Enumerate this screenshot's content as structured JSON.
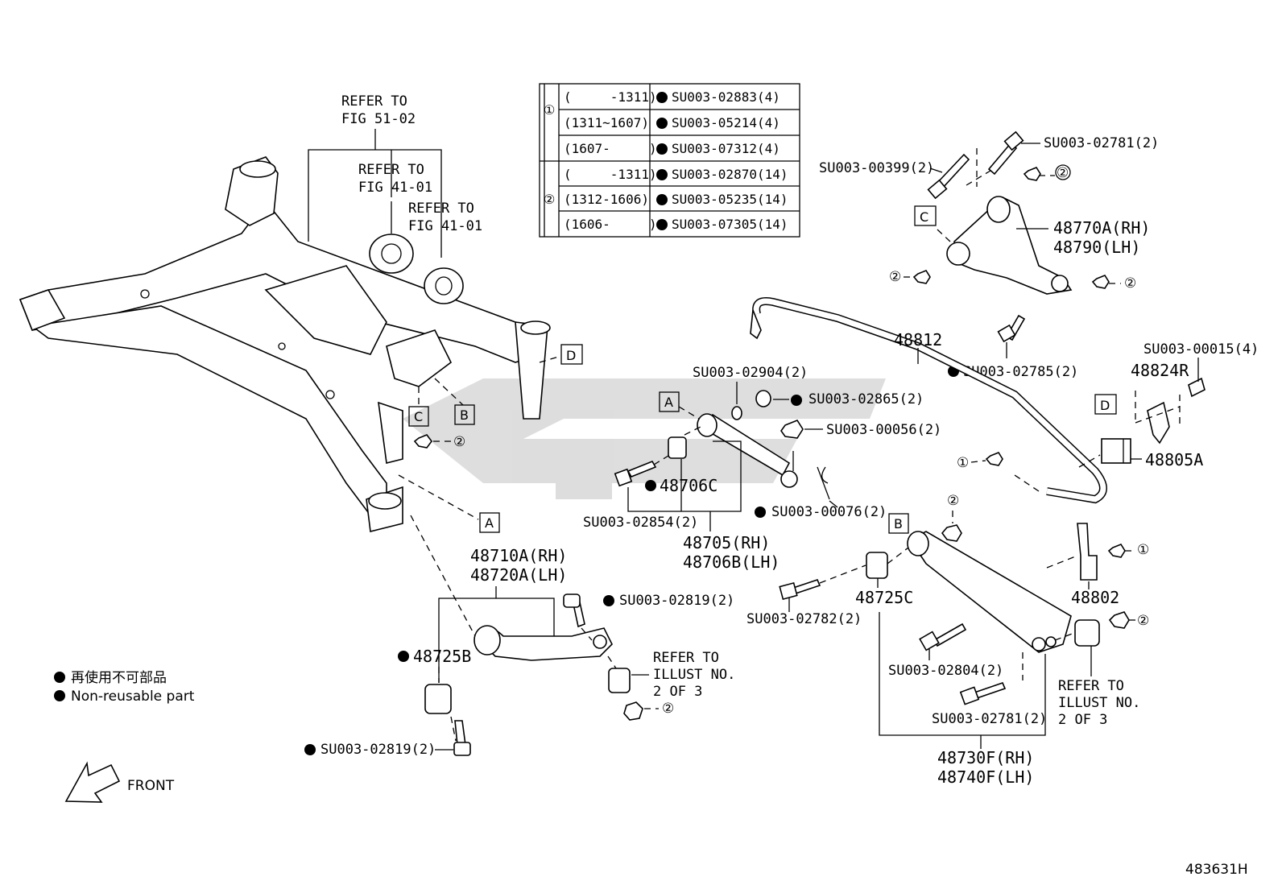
{
  "refs": {
    "fig_51_02": [
      "REFER TO",
      "FIG 51-02"
    ],
    "fig_41_01_a": [
      "REFER TO",
      "FIG 41-01"
    ],
    "fig_41_01_b": [
      "REFER TO",
      "FIG 41-01"
    ],
    "illust_left": [
      "REFER TO",
      "ILLUST NO.",
      "2 OF 3"
    ],
    "illust_right": [
      "REFER TO",
      "ILLUST NO.",
      "2 OF 3"
    ]
  },
  "table": {
    "groups": [
      {
        "marker": "①",
        "rows": [
          {
            "range": "(     -1311)",
            "part": "SU003-02883(4)"
          },
          {
            "range": "(1311~1607)",
            "part": "SU003-05214(4)"
          },
          {
            "range": "(1607-     )",
            "part": "SU003-07312(4)"
          }
        ]
      },
      {
        "marker": "②",
        "rows": [
          {
            "range": "(     -1311)",
            "part": "SU003-02870(14)"
          },
          {
            "range": "(1312-1606)",
            "part": "SU003-05235(14)"
          },
          {
            "range": "(1606-     )",
            "part": "SU003-07305(14)"
          }
        ]
      }
    ]
  },
  "labels": {
    "su00399": "SU003-00399(2)",
    "su02781_top": "SU003-02781(2)",
    "p48770a": "48770A(RH)",
    "p48790": "48790(LH)",
    "p48812": "48812",
    "su02785": "SU003-02785(2)",
    "su00015": "SU003-00015(4)",
    "p48824r": "48824R",
    "p48805a": "48805A",
    "su02904": "SU003-02904(2)",
    "su02865": "SU003-02865(2)",
    "su00056": "SU003-00056(2)",
    "p48706c": "48706C",
    "su02854": "SU003-02854(2)",
    "su00076": "SU003-00076(2)",
    "p48705": "48705(RH)",
    "p48706b": "48706B(LH)",
    "p48710a": "48710A(RH)",
    "p48720a": "48720A(LH)",
    "su02819_a": "SU003-02819(2)",
    "p48725b": "48725B",
    "su02819_b": "SU003-02819(2)",
    "su02782": "SU003-02782(2)",
    "p48725c": "48725C",
    "p48802": "48802",
    "su02804": "SU003-02804(2)",
    "su02781_bot": "SU003-02781(2)",
    "p48730f": "48730F(RH)",
    "p48740f": "48740F(LH)",
    "box_a": "A",
    "box_b": "B",
    "box_c": "C",
    "box_d": "D",
    "circ1": "①",
    "circ2": "②"
  },
  "legend": {
    "line1": "再使用不可部品",
    "line2": "Non-reusable part"
  },
  "front_label": "FRONT",
  "drawing_number": "483631H"
}
